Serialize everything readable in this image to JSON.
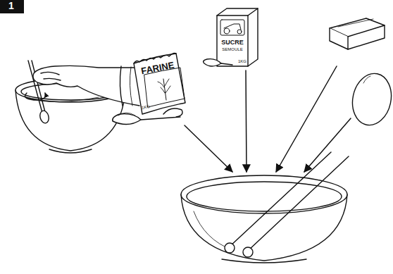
{
  "diagram": {
    "labels": [
      "1",
      "FARINE",
      "1KG",
      "SUCRE",
      "SEMOULE",
      "1KG"
    ]
  }
}
